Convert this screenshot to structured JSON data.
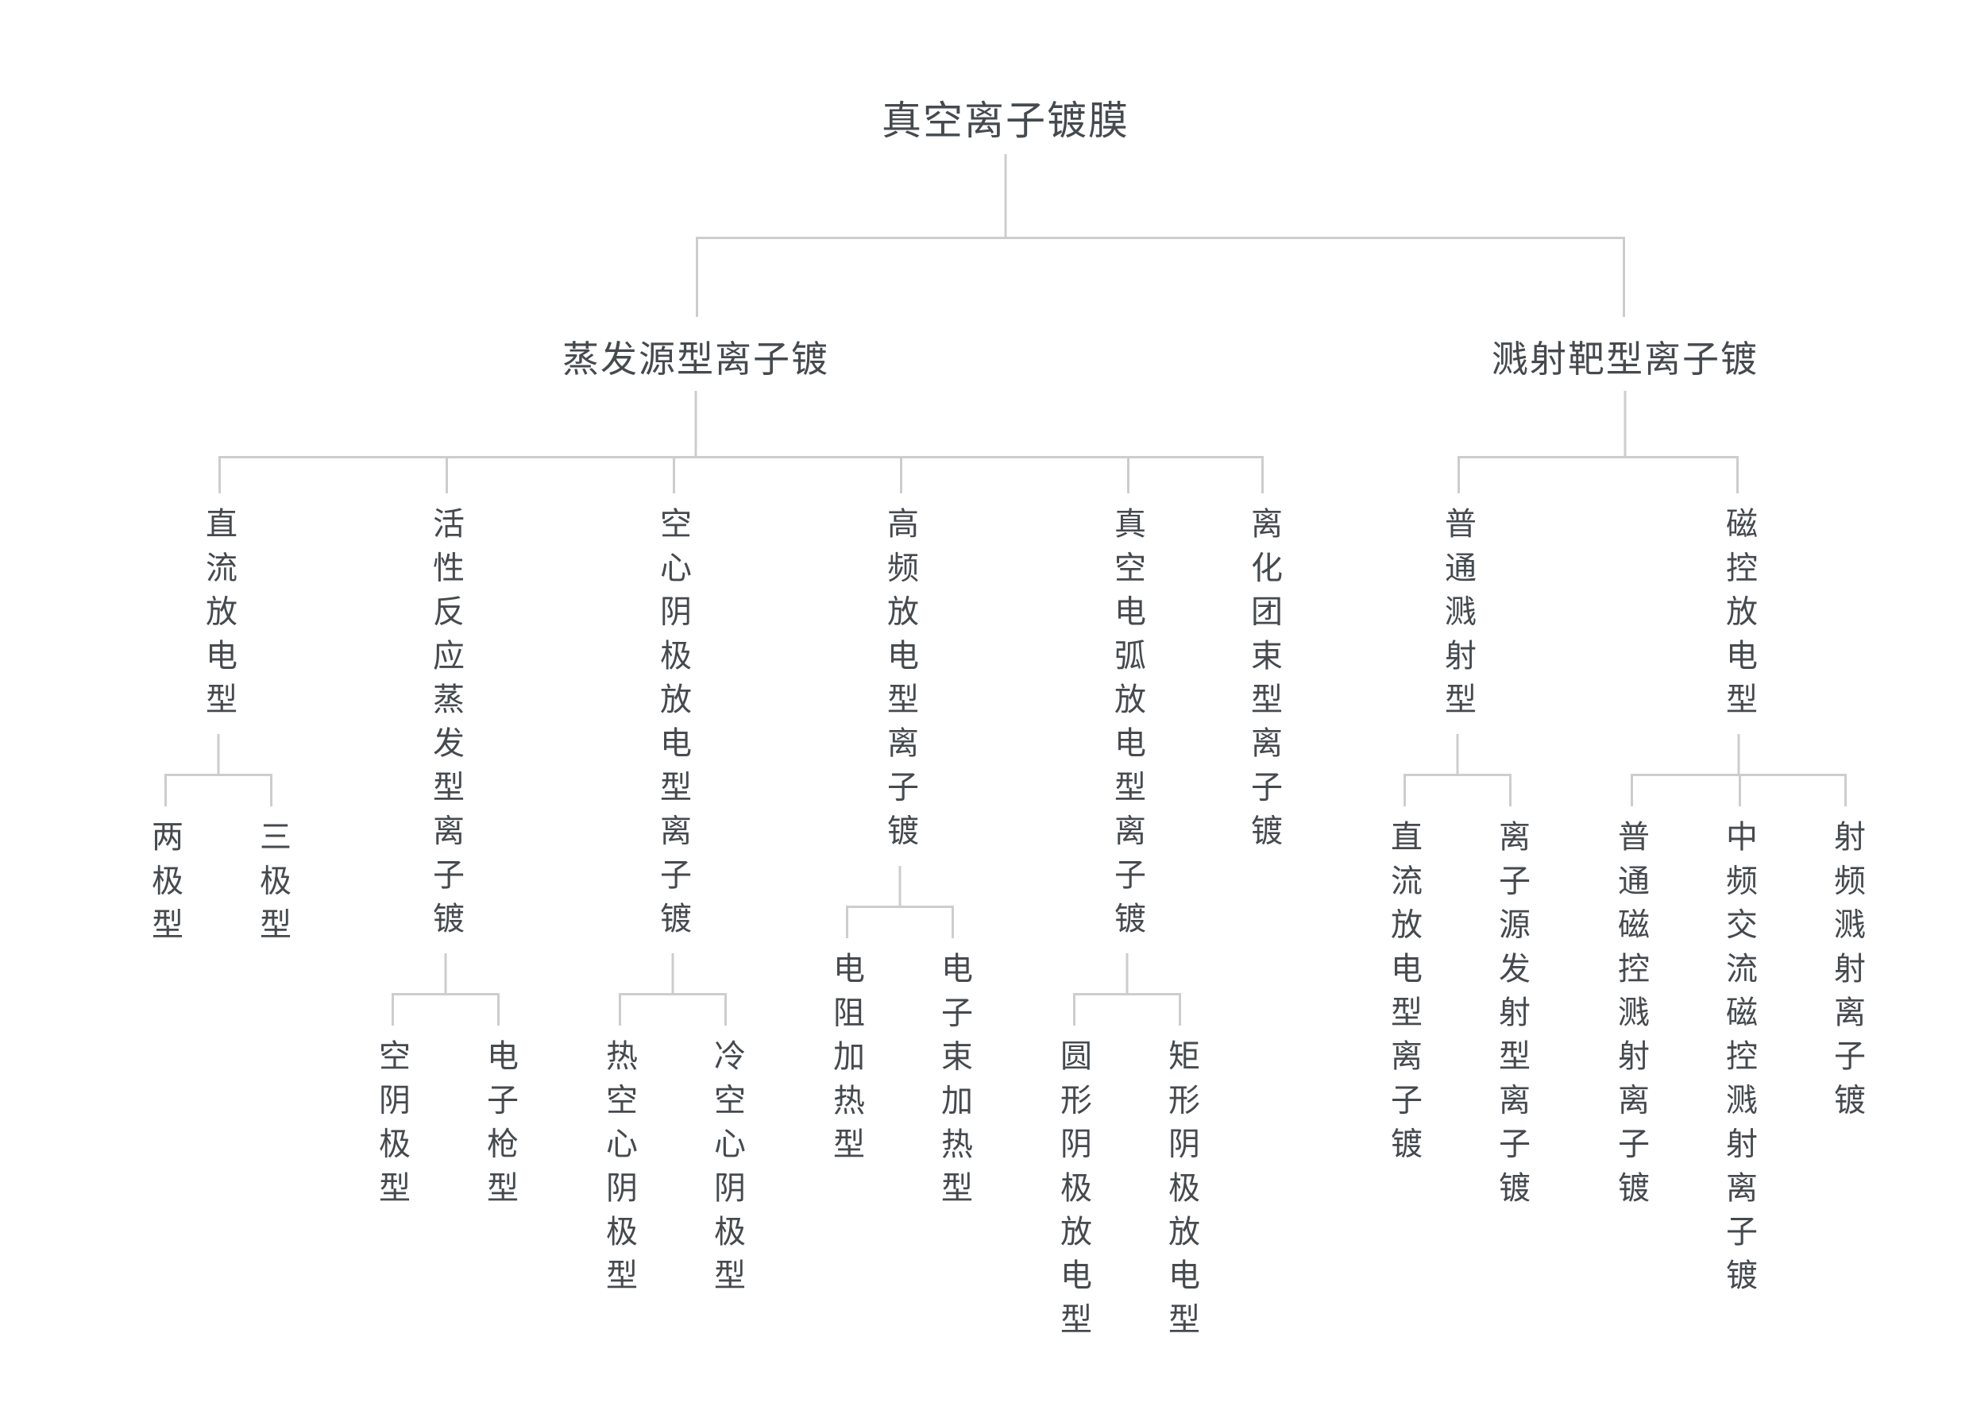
{
  "diagram": {
    "colors": {
      "text": "#454a4f",
      "line": "#cdcdcd",
      "background": "#ffffff"
    },
    "tree": {
      "label": "真空离子镀膜",
      "children": [
        {
          "label": "蒸发源型离子镀",
          "children": [
            {
              "label": "直流放电型",
              "children": [
                {
                  "label": "两极型"
                },
                {
                  "label": "三极型"
                }
              ]
            },
            {
              "label": "活性反应蒸发型离子镀",
              "children": [
                {
                  "label": "空阴极型"
                },
                {
                  "label": "电子枪型"
                }
              ]
            },
            {
              "label": "空心阴极放电型离子镀",
              "children": [
                {
                  "label": "热空心阴极型"
                },
                {
                  "label": "冷空心阴极型"
                }
              ]
            },
            {
              "label": "高频放电型离子镀",
              "children": [
                {
                  "label": "电阻加热型"
                },
                {
                  "label": "电子束加热型"
                }
              ]
            },
            {
              "label": "真空电弧放电型离子镀",
              "children": [
                {
                  "label": "圆形阴极放电型"
                },
                {
                  "label": "矩形阴极放电型"
                }
              ]
            },
            {
              "label": "离化团束型离子镀",
              "children": []
            }
          ]
        },
        {
          "label": "溅射靶型离子镀",
          "children": [
            {
              "label": "普通溅射型",
              "children": [
                {
                  "label": "直流放电型离子镀"
                },
                {
                  "label": "离子源发射型离子镀"
                }
              ]
            },
            {
              "label": "磁控放电型",
              "children": [
                {
                  "label": "普通磁控溅射离子镀"
                },
                {
                  "label": "中频交流磁控溅射离子镀"
                },
                {
                  "label": "射频溅射离子镀"
                }
              ]
            }
          ]
        }
      ]
    }
  }
}
